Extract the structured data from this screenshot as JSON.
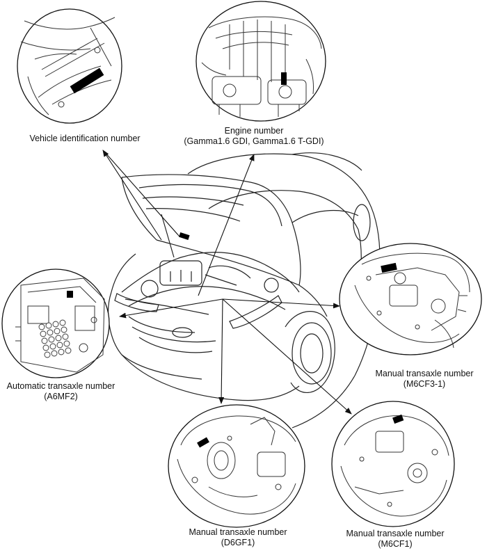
{
  "figure": {
    "labels": {
      "vin": {
        "line1": "Vehicle identification number"
      },
      "engine": {
        "line1": "Engine number",
        "line2": "(Gamma1.6 GDI, Gamma1.6 T-GDI)"
      },
      "auto_transaxle": {
        "line1": "Automatic transaxle number",
        "line2": "(A6MF2)"
      },
      "manual_m6cf3": {
        "line1": "Manual transaxle number",
        "line2": "(M6CF3-1)"
      },
      "manual_d6gf1": {
        "line1": "Manual transaxle number",
        "line2": "(D6GF1)"
      },
      "manual_m6cf1": {
        "line1": "Manual transaxle number",
        "line2": "(M6CF1)"
      }
    },
    "colors": {
      "line": "#111111",
      "marker": "#000000",
      "background": "#ffffff"
    }
  }
}
